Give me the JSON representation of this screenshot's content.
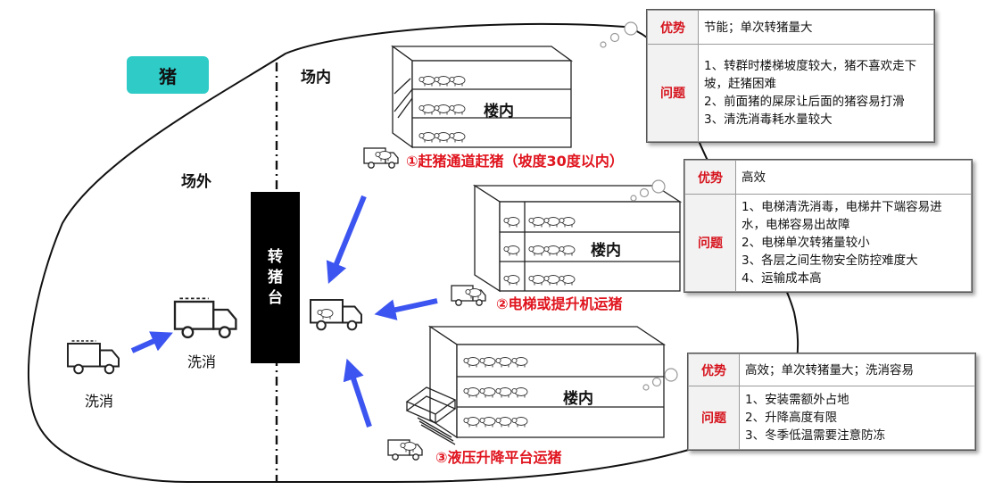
{
  "labels": {
    "pig_tag": "猪",
    "inside": "场内",
    "outside": "场外",
    "platform": [
      "转",
      "猪",
      "台"
    ],
    "wash1": "洗消",
    "wash2": "洗消",
    "floors": "楼内"
  },
  "methods": [
    {
      "label": "①赶猪通道赶猪（坡度30度以内）"
    },
    {
      "label": "②电梯或提升机运猪"
    },
    {
      "label": "③液压升降平台运猪"
    }
  ],
  "boxes": [
    {
      "adv_h": "优势",
      "adv": "节能；单次转猪量大",
      "prob_h": "问题",
      "probs": [
        "1、转群时楼梯坡度较大，猪不喜欢走下坡，赶猪困难",
        "2、前面猪的屎尿让后面的猪容易打滑",
        "3、清洗消毒耗水量较大"
      ]
    },
    {
      "adv_h": "优势",
      "adv": "高效",
      "prob_h": "问题",
      "probs": [
        "1、电梯清洗消毒，电梯井下端容易进水，电梯容易出故障",
        "2、电梯单次转猪量较小",
        "3、各层之间生物安全防控难度大",
        "4、运输成本高"
      ]
    },
    {
      "adv_h": "优势",
      "adv": "高效；单次转猪量大；洗消容易",
      "prob_h": "问题",
      "probs": [
        "1、安装需额外占地",
        "2、升降高度有限",
        "3、冬季低温需要注意防冻"
      ]
    }
  ],
  "colors": {
    "accent": "#2ecbc7",
    "arrow": "#3d55f0",
    "text_red": "#e0141e",
    "platform": "#000000"
  }
}
